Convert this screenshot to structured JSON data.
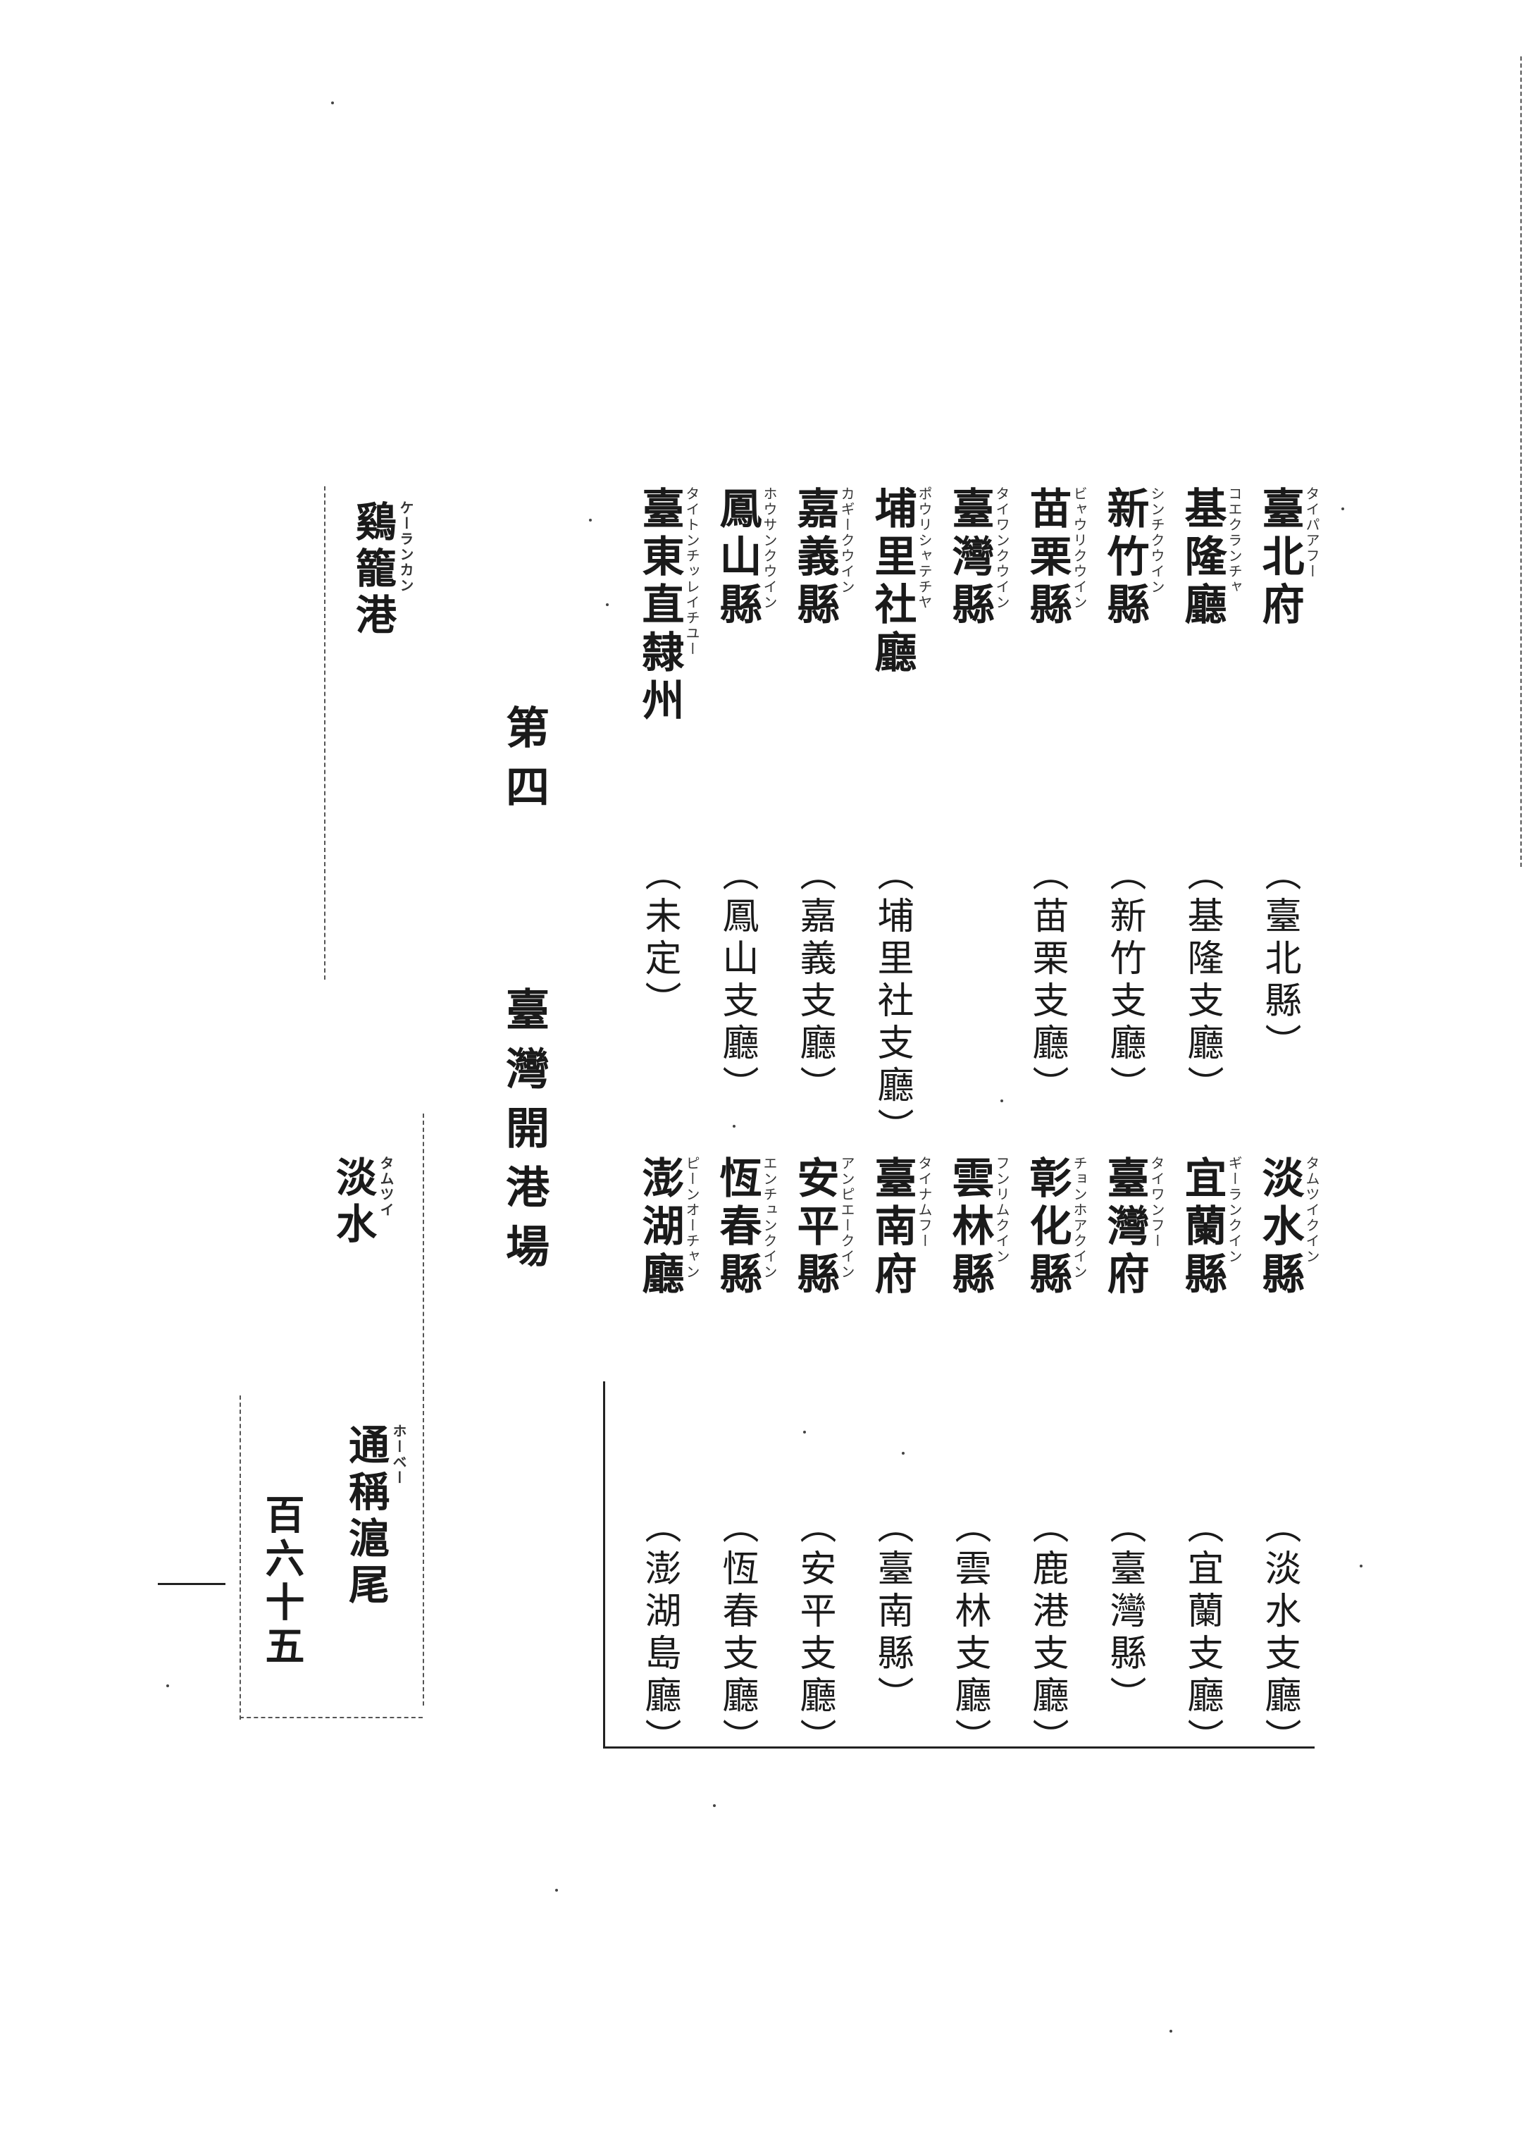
{
  "header": {
    "section": "第四",
    "title": "臺灣開港場"
  },
  "north": [
    {
      "name": "臺北府",
      "ruby": "タイパアフー",
      "office": "（臺北縣）"
    },
    {
      "name": "基隆廳",
      "ruby": "コエクランチャ",
      "office": "（基隆支廳）"
    },
    {
      "name": "新竹縣",
      "ruby": "シンチクウイン",
      "office": "（新竹支廳）"
    },
    {
      "name": "苗栗縣",
      "ruby": "ビャウリクウイン",
      "office": "（苗栗支廳）"
    },
    {
      "name": "臺灣縣",
      "ruby": "タイワンクウイン",
      "office": ""
    },
    {
      "name": "埔里社廳",
      "ruby": "ポウリシャテチヤ",
      "office": "（埔里社支廳）"
    },
    {
      "name": "嘉義縣",
      "ruby": "カギークウイン",
      "office": "（嘉義支廳）"
    },
    {
      "name": "鳳山縣",
      "ruby": "ホウサンクウイン",
      "office": "（鳳山支廳）"
    },
    {
      "name": "臺東直隸州",
      "ruby": "タイトンチッレイチユー",
      "office": "（未定）"
    }
  ],
  "south": [
    {
      "name": "淡水縣",
      "ruby": "タムツイクイン",
      "office": "（淡水支廳）"
    },
    {
      "name": "宜蘭縣",
      "ruby": "ギーランクイン",
      "office": "（宜蘭支廳）"
    },
    {
      "name": "臺灣府",
      "ruby": "タイワンフー",
      "office": "（臺灣縣）"
    },
    {
      "name": "彰化縣",
      "ruby": "チョンホアクイン",
      "office": "（鹿港支廳）"
    },
    {
      "name": "雲林縣",
      "ruby": "フンリムクイン",
      "office": "（雲林支廳）"
    },
    {
      "name": "臺南府",
      "ruby": "タイナムフー",
      "office": "（臺南縣）"
    },
    {
      "name": "安平縣",
      "ruby": "アンピエークイン",
      "office": "（安平支廳）"
    },
    {
      "name": "恆春縣",
      "ruby": "エンチュンクイン",
      "office": "（恆春支廳）"
    },
    {
      "name": "澎湖廳",
      "ruby": "ピーンオーチャン",
      "office": "（澎湖島廳）"
    }
  ],
  "side": {
    "keelung": {
      "name": "鷄籠港",
      "ruby": "ケーランカン"
    },
    "tamsui": {
      "name": "淡水",
      "ruby": "タムツイ"
    },
    "alias": {
      "name": "通稱滬尾",
      "ruby": "ホーベー"
    }
  },
  "folio": "百六十五"
}
